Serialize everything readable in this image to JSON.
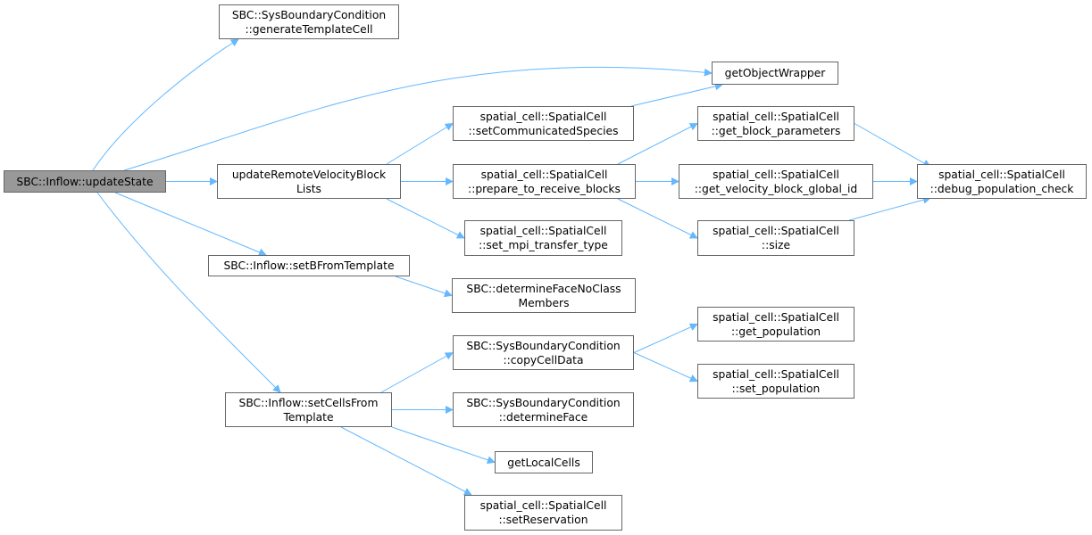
{
  "edge_color": "#63b8ff",
  "root_fill": "#999999",
  "nodes": {
    "root": {
      "lines": [
        "SBC::Inflow::updateState"
      ]
    },
    "gen_template": {
      "lines": [
        "SBC::SysBoundaryCondition",
        "::generateTemplateCell"
      ]
    },
    "get_obj_wrapper": {
      "lines": [
        "getObjectWrapper"
      ]
    },
    "set_comm_species": {
      "lines": [
        "spatial_cell::SpatialCell",
        "::setCommunicatedSpecies"
      ]
    },
    "get_block_params": {
      "lines": [
        "spatial_cell::SpatialCell",
        "::get_block_parameters"
      ]
    },
    "update_remote": {
      "lines": [
        "updateRemoteVelocityBlock",
        "Lists"
      ]
    },
    "prepare_receive": {
      "lines": [
        "spatial_cell::SpatialCell",
        "::prepare_to_receive_blocks"
      ]
    },
    "get_vel_block_id": {
      "lines": [
        "spatial_cell::SpatialCell",
        "::get_velocity_block_global_id"
      ]
    },
    "debug_pop_check": {
      "lines": [
        "spatial_cell::SpatialCell",
        "::debug_population_check"
      ]
    },
    "set_mpi_type": {
      "lines": [
        "spatial_cell::SpatialCell",
        "::set_mpi_transfer_type"
      ]
    },
    "size": {
      "lines": [
        "spatial_cell::SpatialCell",
        "::size"
      ]
    },
    "set_b_template": {
      "lines": [
        "SBC::Inflow::setBFromTemplate"
      ]
    },
    "determine_face_nc": {
      "lines": [
        "SBC::determineFaceNoClass",
        "Members"
      ]
    },
    "get_population": {
      "lines": [
        "spatial_cell::SpatialCell",
        "::get_population"
      ]
    },
    "copy_cell_data": {
      "lines": [
        "SBC::SysBoundaryCondition",
        "::copyCellData"
      ]
    },
    "set_population": {
      "lines": [
        "spatial_cell::SpatialCell",
        "::set_population"
      ]
    },
    "set_cells_template": {
      "lines": [
        "SBC::Inflow::setCellsFrom",
        "Template"
      ]
    },
    "determine_face": {
      "lines": [
        "SBC::SysBoundaryCondition",
        "::determineFace"
      ]
    },
    "get_local_cells": {
      "lines": [
        "getLocalCells"
      ]
    },
    "set_reservation": {
      "lines": [
        "spatial_cell::SpatialCell",
        "::setReservation"
      ]
    }
  },
  "edges": [
    {
      "from": "root",
      "to": "gen_template"
    },
    {
      "from": "root",
      "to": "get_obj_wrapper"
    },
    {
      "from": "root",
      "to": "update_remote"
    },
    {
      "from": "root",
      "to": "set_b_template"
    },
    {
      "from": "root",
      "to": "set_cells_template"
    },
    {
      "from": "update_remote",
      "to": "set_comm_species"
    },
    {
      "from": "update_remote",
      "to": "prepare_receive"
    },
    {
      "from": "update_remote",
      "to": "set_mpi_type"
    },
    {
      "from": "set_comm_species",
      "to": "get_obj_wrapper"
    },
    {
      "from": "prepare_receive",
      "to": "get_block_params"
    },
    {
      "from": "prepare_receive",
      "to": "get_vel_block_id"
    },
    {
      "from": "prepare_receive",
      "to": "size"
    },
    {
      "from": "get_block_params",
      "to": "debug_pop_check"
    },
    {
      "from": "get_vel_block_id",
      "to": "debug_pop_check"
    },
    {
      "from": "size",
      "to": "debug_pop_check"
    },
    {
      "from": "set_b_template",
      "to": "determine_face_nc"
    },
    {
      "from": "set_cells_template",
      "to": "copy_cell_data"
    },
    {
      "from": "set_cells_template",
      "to": "determine_face"
    },
    {
      "from": "set_cells_template",
      "to": "get_local_cells"
    },
    {
      "from": "set_cells_template",
      "to": "set_reservation"
    },
    {
      "from": "copy_cell_data",
      "to": "get_population"
    },
    {
      "from": "copy_cell_data",
      "to": "set_population"
    }
  ]
}
